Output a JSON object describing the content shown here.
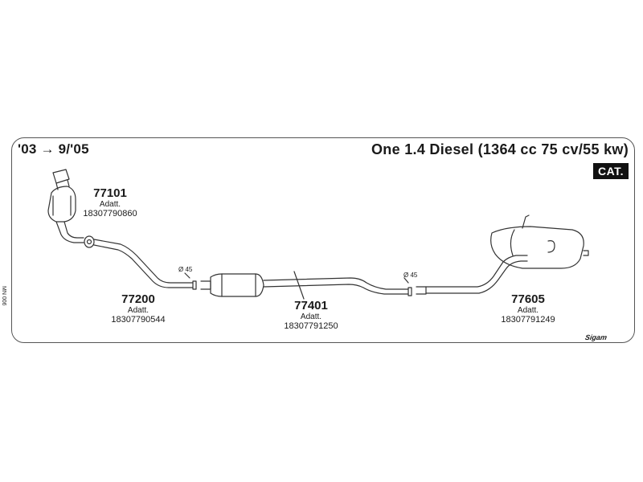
{
  "header": {
    "date_range": "'03 → 9/'05",
    "model": "One 1.4 Diesel (1364 cc 75 cv/55 kw)",
    "cat_badge": "CAT."
  },
  "parts": [
    {
      "code": "77101",
      "label": "Adatt.",
      "ref": "18307790860"
    },
    {
      "code": "77200",
      "label": "Adatt.",
      "ref": "18307790544"
    },
    {
      "code": "77401",
      "label": "Adatt.",
      "ref": "18307791250"
    },
    {
      "code": "77605",
      "label": "Adatt.",
      "ref": "18307791249"
    }
  ],
  "diameters": {
    "first": "45",
    "second": "45"
  },
  "diameter_symbol": "Ø",
  "sheet_code": "MN 006",
  "brand": "Sigam",
  "colors": {
    "line": "#333333",
    "frame": "#555555",
    "badge": "#111111"
  }
}
